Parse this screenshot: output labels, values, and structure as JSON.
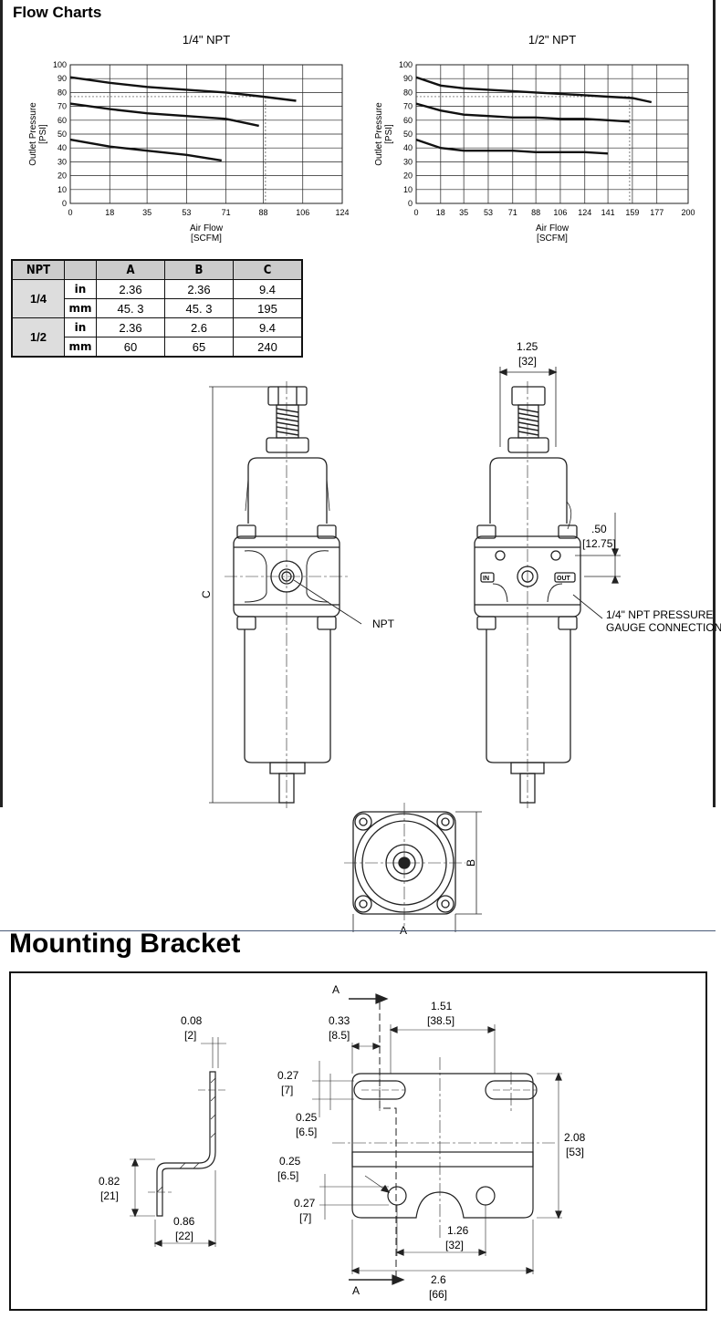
{
  "sections": {
    "flow_charts_title": "Flow Charts",
    "mounting_bracket_title": "Mounting Bracket"
  },
  "chart_data": [
    {
      "type": "line",
      "title": "1/4\" NPT",
      "xlabel": "Air Flow",
      "xlabel_unit": "[SCFM]",
      "ylabel": "Outlet Pressure",
      "ylabel_unit": "[PSI]",
      "xticks": [
        "0",
        "18",
        "35",
        "53",
        "71",
        "88",
        "106",
        "124"
      ],
      "yticks": [
        "0",
        "10",
        "20",
        "30",
        "40",
        "50",
        "60",
        "70",
        "80",
        "90",
        "100"
      ],
      "xlim": [
        0,
        124
      ],
      "ylim": [
        0,
        100
      ],
      "grid": true,
      "series": [
        {
          "x": [
            0,
            18,
            35,
            53,
            71,
            88,
            103
          ],
          "y": [
            91,
            87,
            84,
            82,
            80,
            77,
            74
          ]
        },
        {
          "x": [
            0,
            18,
            35,
            53,
            71,
            86
          ],
          "y": [
            72,
            68,
            65,
            63,
            61,
            56
          ]
        },
        {
          "x": [
            0,
            18,
            35,
            53,
            69
          ],
          "y": [
            46,
            41,
            38,
            35,
            31
          ]
        }
      ],
      "markers": {
        "dashed_y": 77,
        "dashed_x": 89
      }
    },
    {
      "type": "line",
      "title": "1/2\" NPT",
      "xlabel": "Air Flow",
      "xlabel_unit": "[SCFM]",
      "ylabel": "Outlet Pressure",
      "ylabel_unit": "[PSI]",
      "xticks": [
        "0",
        "18",
        "35",
        "53",
        "71",
        "88",
        "106",
        "124",
        "141",
        "159",
        "177",
        "200"
      ],
      "yticks": [
        "0",
        "10",
        "20",
        "30",
        "40",
        "50",
        "60",
        "70",
        "80",
        "90",
        "100"
      ],
      "xlim": [
        0,
        200
      ],
      "ylim": [
        0,
        100
      ],
      "grid": true,
      "series": [
        {
          "x": [
            0,
            18,
            35,
            53,
            71,
            88,
            106,
            124,
            141,
            159,
            173
          ],
          "y": [
            91,
            85,
            83,
            82,
            81,
            80,
            79,
            78,
            77,
            76,
            73
          ]
        },
        {
          "x": [
            0,
            18,
            35,
            53,
            71,
            88,
            106,
            124,
            141,
            157
          ],
          "y": [
            72,
            67,
            64,
            63,
            62,
            62,
            61,
            61,
            60,
            59
          ]
        },
        {
          "x": [
            0,
            18,
            35,
            53,
            71,
            88,
            106,
            124,
            141
          ],
          "y": [
            46,
            40,
            38,
            38,
            38,
            37,
            37,
            37,
            36
          ]
        }
      ],
      "markers": {
        "dashed_y": 77,
        "dashed_x": 157
      }
    }
  ],
  "table": {
    "headers": [
      "NPT",
      "",
      "A",
      "B",
      "C"
    ],
    "groups": [
      {
        "npt": "1/4",
        "rows": [
          {
            "unit": "in",
            "a": "2.36",
            "b": "2.36",
            "c": "9.4"
          },
          {
            "unit": "mm",
            "a": "45. 3",
            "b": "45. 3",
            "c": "195"
          }
        ]
      },
      {
        "npt": "1/2",
        "rows": [
          {
            "unit": "in",
            "a": "2.36",
            "b": "2.6",
            "c": "9.4"
          },
          {
            "unit": "mm",
            "a": "60",
            "b": "65",
            "c": "240"
          }
        ]
      }
    ]
  },
  "drawing_labels": {
    "c_dim": "C",
    "npt": "NPT",
    "width_in": "1.25",
    "width_mm": "[32]",
    "offset_in": ".50",
    "offset_mm": "[12.75]",
    "in_port": "IN",
    "out_port": "OUT",
    "gauge_line1": "1/4\" NPT PRESSURE",
    "gauge_line2": "GAUGE CONNECTION",
    "b_dim": "B",
    "a_dim": "A"
  },
  "bracket_labels": {
    "thickness_in": "0.08",
    "thickness_mm": "[2]",
    "height_in": "0.82",
    "height_mm": "[21]",
    "depth_in": "0.86",
    "depth_mm": "[22]",
    "section_a_top": "A",
    "section_a_bottom": "A",
    "slot_spacing_in": "1.51",
    "slot_spacing_mm": "[38.5]",
    "edge_in": "0.33",
    "edge_mm": "[8.5]",
    "slot_h_in": "0.27",
    "slot_h_mm": "[7]",
    "slot_r_in": "0.25",
    "slot_r_mm": "[6.5]",
    "hole_d_in": "0.25",
    "hole_d_mm": "[6.5]",
    "hole_h_in": "0.27",
    "hole_h_mm": "[7]",
    "total_h_in": "2.08",
    "total_h_mm": "[53]",
    "hole_spacing_in": "1.26",
    "hole_spacing_mm": "[32]",
    "total_w_in": "2.6",
    "total_w_mm": "[66]"
  }
}
